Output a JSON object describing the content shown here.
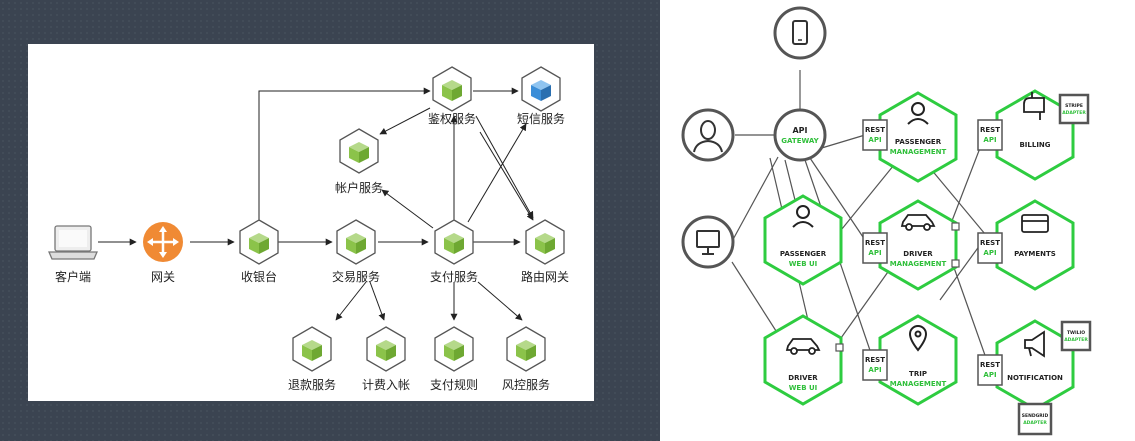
{
  "left_diagram": {
    "client": "客户端",
    "gateway": "网关",
    "checkout": "收银台",
    "trade": "交易服务",
    "payment": "支付服务",
    "route_gateway": "路由网关",
    "auth": "鉴权服务",
    "sms": "短信服务",
    "account": "帐户服务",
    "refund": "退款服务",
    "billing_entry": "计费入帐",
    "pay_rules": "支付规则",
    "risk": "风控服务"
  },
  "right_diagram": {
    "api_gateway": [
      "API",
      "GATEWAY"
    ],
    "passenger_mgmt": [
      "PASSENGER",
      "MANAGEMENT"
    ],
    "passenger_web": [
      "PASSENGER",
      "WEB UI"
    ],
    "driver_mgmt": [
      "DRIVER",
      "MANAGEMENT"
    ],
    "driver_web": [
      "DRIVER",
      "WEB UI"
    ],
    "trip_mgmt": [
      "TRIP",
      "MANAGEMENT"
    ],
    "billing": "BILLING",
    "payments": "PAYMENTS",
    "notification": "NOTIFICATION",
    "rest_api": [
      "REST",
      "API"
    ],
    "stripe": [
      "STRIPE",
      "ADAPTER"
    ],
    "twilio": [
      "TWILIO",
      "ADAPTER"
    ],
    "sendgrid": [
      "SENDGRID",
      "ADAPTER"
    ]
  },
  "colors": {
    "background": "#3b4451",
    "node_green": "#8bc34a",
    "node_blue": "#3b8ed8",
    "gateway_orange": "#f08a34",
    "msa_green": "#2ecc40",
    "msa_green_text": "#2fbf3a",
    "line": "#555555"
  }
}
